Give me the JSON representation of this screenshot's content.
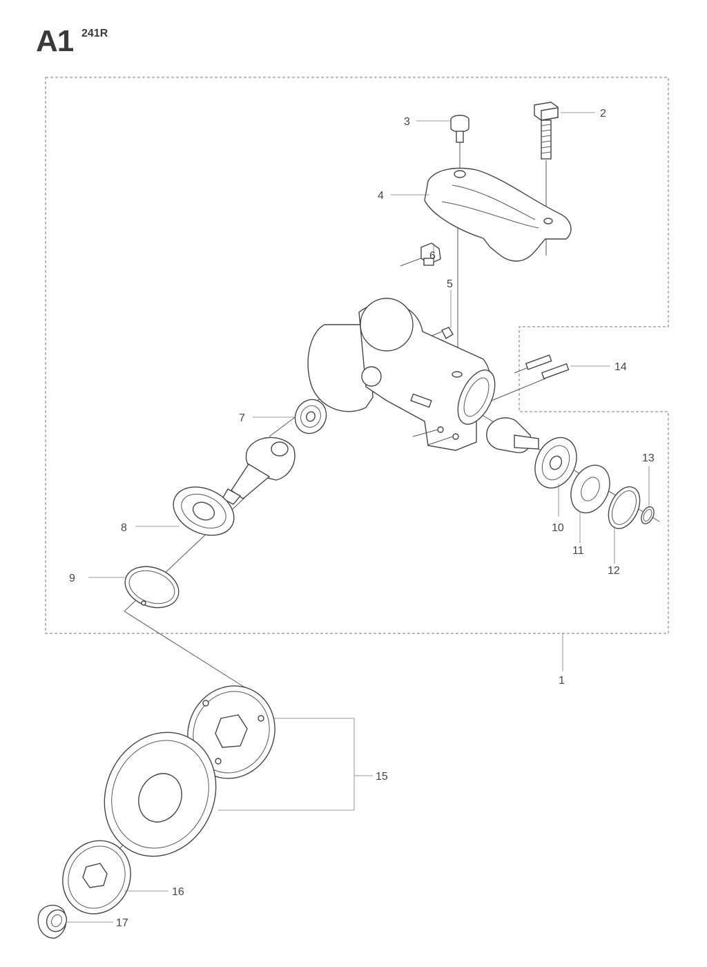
{
  "diagram": {
    "section_code": "A1",
    "model": "241R",
    "callouts": [
      "1",
      "2",
      "3",
      "4",
      "5",
      "6",
      "7",
      "8",
      "9",
      "10",
      "11",
      "12",
      "13",
      "14",
      "15",
      "16",
      "17"
    ]
  }
}
